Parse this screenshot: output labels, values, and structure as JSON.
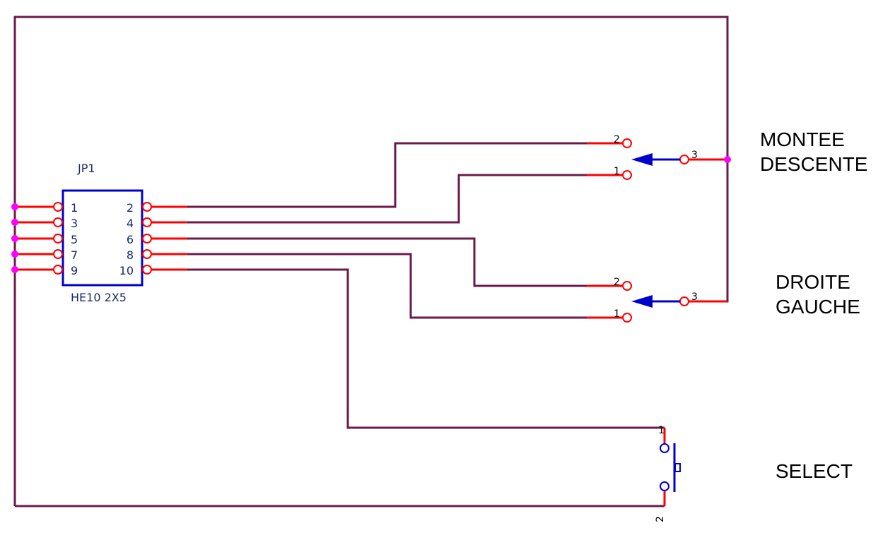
{
  "connector": {
    "ref": "JP1",
    "value": "HE10 2X5",
    "left_pins": [
      "1",
      "3",
      "5",
      "7",
      "9"
    ],
    "right_pins": [
      "2",
      "4",
      "6",
      "8",
      "10"
    ]
  },
  "switch_vertical": {
    "label_line1": "MONTEE",
    "label_line2": "DESCENTE",
    "pin_top": "2",
    "pin_bottom": "1",
    "pin_common": "3"
  },
  "switch_horizontal": {
    "label_line1": "DROITE",
    "label_line2": "GAUCHE",
    "pin_top": "2",
    "pin_bottom": "1",
    "pin_common": "3"
  },
  "button_select": {
    "label": "SELECT",
    "pin_top": "1",
    "pin_bottom": "2"
  },
  "colors": {
    "wire": "#6b1a4a",
    "pin": "#ff0000",
    "component": "#0000cc",
    "junction": "#ff00ff"
  }
}
